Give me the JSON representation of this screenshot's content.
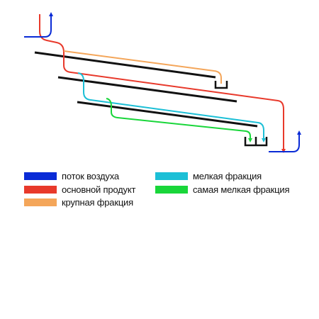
{
  "colors": {
    "air": "#0a2bd6",
    "main": "#e8392b",
    "coarse": "#f4a65a",
    "fine": "#1cbfd6",
    "finest": "#19d63a",
    "deck": "#111111"
  },
  "legend": [
    {
      "label": "поток воздуха",
      "color": "#0a2bd6"
    },
    {
      "label": "основной продукт",
      "color": "#e8392b"
    },
    {
      "label": "крупная фракция",
      "color": "#f4a65a"
    },
    {
      "label": "мелкая фракция",
      "color": "#1cbfd6"
    },
    {
      "label": "самая мелкая фракция",
      "color": "#19d63a"
    }
  ]
}
